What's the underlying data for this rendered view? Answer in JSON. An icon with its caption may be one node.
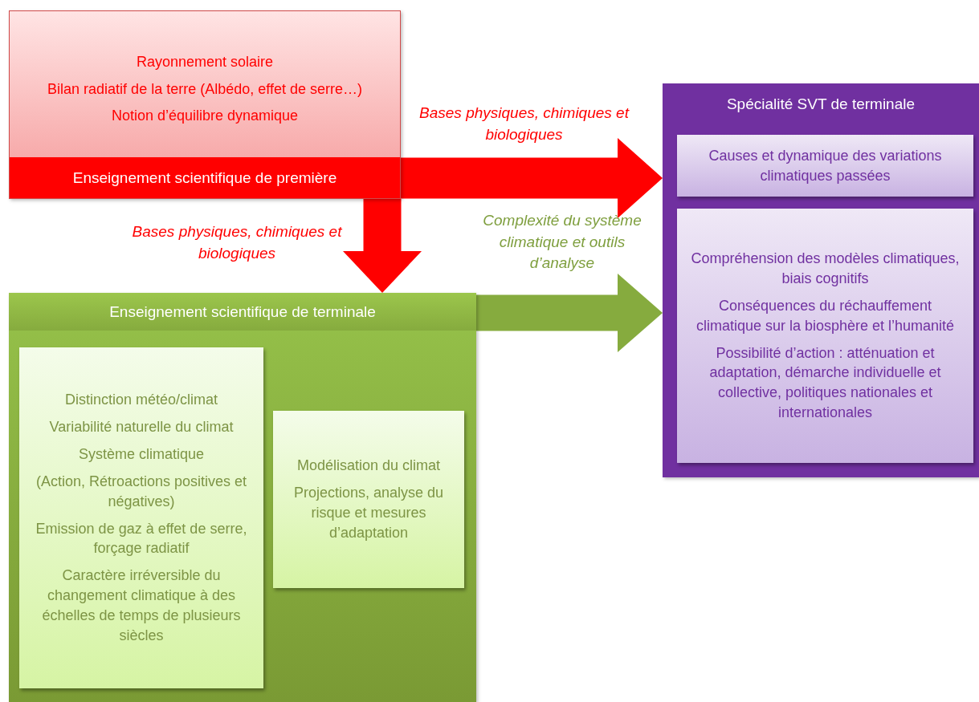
{
  "diagram": {
    "nodes": [
      {
        "text": [
          "Rayonnement solaire",
          "Bilan radiatif de la terre (Albédo, effet de serre…)",
          "Notion d’équilibre dynamique",
          "Enseignement scientifique de première"
        ]
      },
      {
        "text": [
          "Enseignement scientifique de terminale"
        ]
      },
      {
        "text": [
          "Distinction météo/climat",
          "Variabilité naturelle du climat",
          "Système climatique",
          "(Action, Rétroactions positives et négatives)",
          "Emission de gaz à effet de serre, forçage radiatif",
          "Caractère irréversible du changement climatique à des échelles de temps de plusieurs siècles"
        ],
        "in": 1
      },
      {
        "text": [
          "Modélisation du climat",
          "Projections, analyse du risque et mesures d’adaptation"
        ],
        "in": 1
      },
      {
        "text": [
          "Spécialité SVT de terminale"
        ]
      },
      {
        "text": [
          "Causes et dynamique des variations climatiques passées"
        ],
        "in": 4
      },
      {
        "text": [
          "Compréhension des modèles climatiques, biais cognitifs",
          "Conséquences du réchauffement climatique sur la biosphère et l’humanité",
          "Possibilité d’action : atténuation et adaptation, démarche individuelle et collective, politiques nationales et internationales"
        ],
        "in": 4
      }
    ],
    "edges": [
      {
        "from": 0,
        "to": 4,
        "arrow": "to",
        "label": "Bases physiques, chimiques et biologiques"
      },
      {
        "from": 0,
        "to": 1,
        "arrow": "to",
        "label": "Bases physiques, chimiques et biologiques"
      },
      {
        "from": 1,
        "to": 4,
        "arrow": "to",
        "label": "Complexité du système climatique et outils d’analyse",
        "color": "#86ab3e"
      }
    ]
  }
}
